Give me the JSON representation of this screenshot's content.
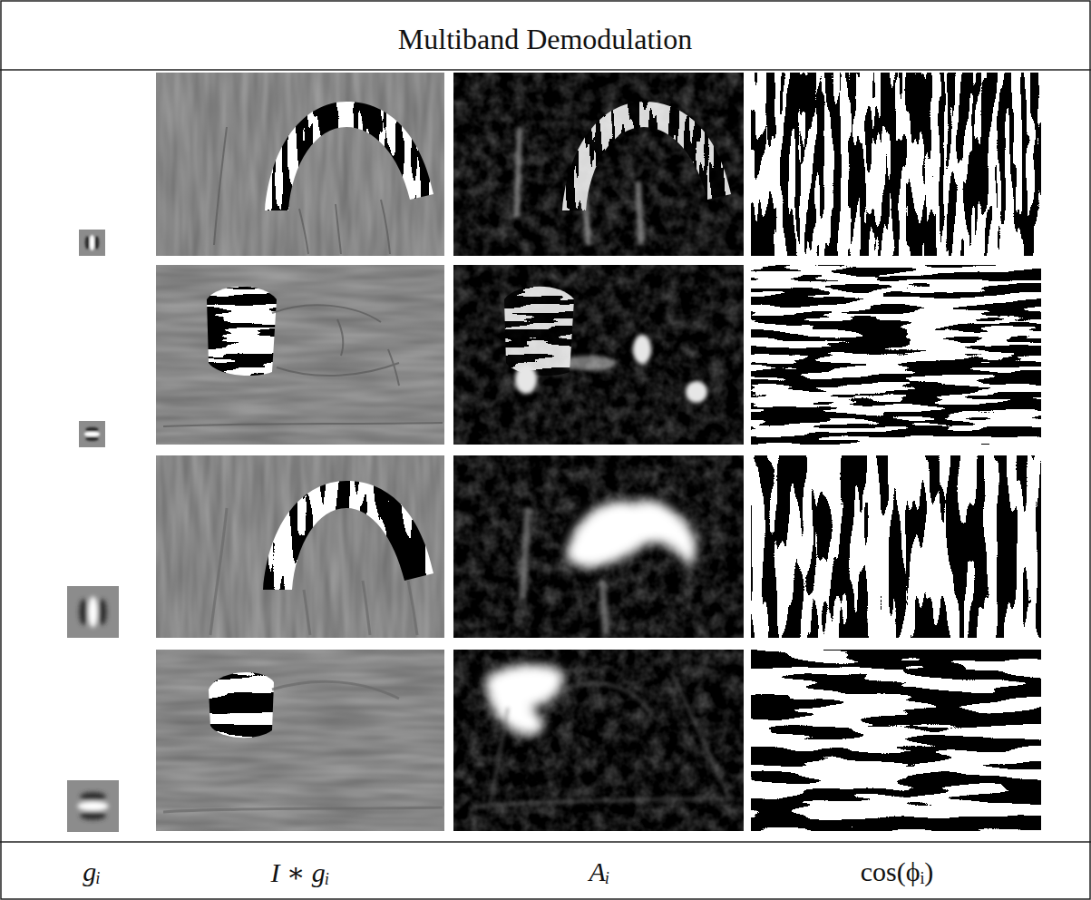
{
  "diagram": {
    "title": "Multiband Demodulation",
    "labels": [
      "gᵢ",
      "I ∗ gᵢ",
      "Aᵢ",
      "cos(ϕᵢ)"
    ]
  }
}
